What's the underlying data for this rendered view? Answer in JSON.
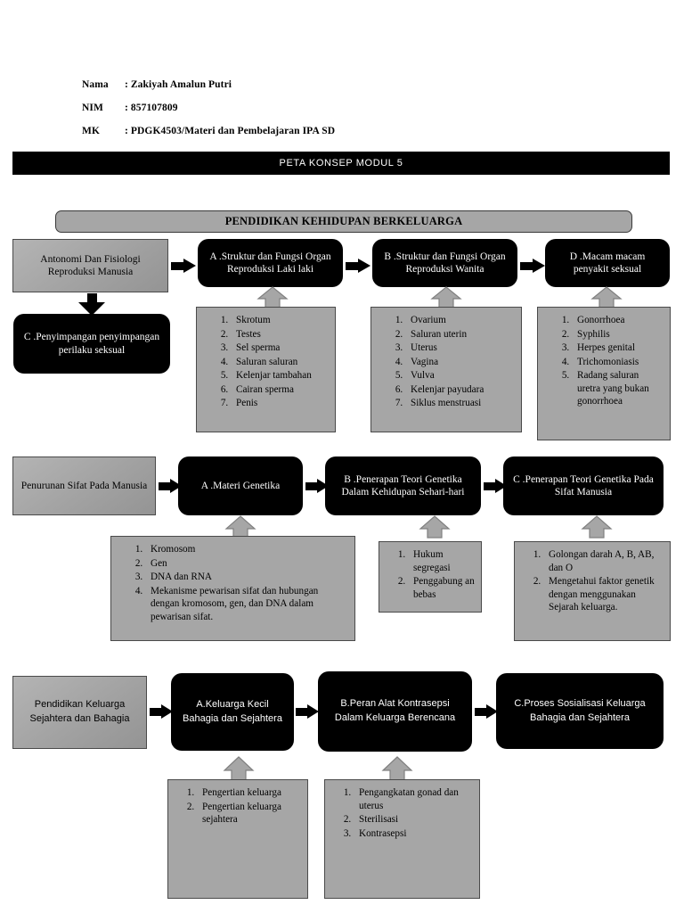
{
  "header": {
    "rows": [
      {
        "label": "Nama",
        "value": ": Zakiyah Amalun Putri"
      },
      {
        "label": "NIM",
        "value": ": 857107809"
      },
      {
        "label": "MK",
        "value": ": PDGK4503/Materi dan Pembelajaran IPA SD"
      }
    ]
  },
  "title_bar": {
    "text": "PETA KONSEP MODUL 5"
  },
  "banner": {
    "text": "PENDIDIKAN KEHIDUPAN BERKELUARGA"
  },
  "sections": {
    "row1": {
      "root": "Antonomi Dan Fisiologi Reproduksi Manusia",
      "branch_c": "C .Penyimpangan penyimpangan perilaku seksual",
      "a": {
        "title": "A .Struktur dan Fungsi Organ Reproduksi Laki laki",
        "items": [
          "Skrotum",
          "Testes",
          "Sel sperma",
          "Saluran saluran",
          "Kelenjar tambahan",
          "Cairan sperma",
          "Penis"
        ]
      },
      "b": {
        "title": "B .Struktur dan Fungsi Organ Reproduksi Wanita",
        "items": [
          "Ovarium",
          "Saluran uterin",
          "Uterus",
          "Vagina",
          "Vulva",
          "Kelenjar payudara",
          "Siklus menstruasi"
        ]
      },
      "d": {
        "title": "D .Macam macam penyakit seksual",
        "items": [
          "Gonorrhoea",
          "Syphilis",
          "Herpes genital",
          "Trichomoniasis",
          "Radang saluran uretra yang bukan gonorrhoea"
        ]
      }
    },
    "row2": {
      "root": "Penurunan Sifat Pada Manusia",
      "a": {
        "title": "A .Materi Genetika",
        "items": [
          "Kromosom",
          "Gen",
          "DNA dan RNA",
          "Mekanisme pewarisan  sifat dan hubungan dengan kromosom, gen, dan DNA dalam pewarisan sifat."
        ]
      },
      "b": {
        "title": "B .Penerapan Teori Genetika Dalam Kehidupan Sehari-hari",
        "items": [
          "Hukum segregasi",
          "Penggabung an bebas"
        ]
      },
      "c": {
        "title": "C .Penerapan Teori Genetika Pada Sifat Manusia",
        "items": [
          "Golongan darah A, B, AB, dan O",
          "Mengetahui faktor genetik dengan menggunakan Sejarah keluarga."
        ]
      }
    },
    "row3": {
      "root": "Pendidikan Keluarga Sejahtera dan Bahagia",
      "a": {
        "title": "A.Keluarga Kecil Bahagia dan Sejahtera",
        "items": [
          "Pengertian keluarga",
          "Pengertian keluarga sejahtera"
        ]
      },
      "b": {
        "title": "B.Peran Alat Kontrasepsi Dalam Keluarga Berencana",
        "items": [
          "Pengangkatan gonad dan uterus",
          "Sterilisasi",
          "Kontrasepsi"
        ]
      },
      "c": {
        "title": "C.Proses Sosialisasi Keluarga Bahagia dan Sejahtera",
        "items": []
      }
    }
  },
  "colors": {
    "black": "#000000",
    "gray_fill": "#a6a6a6",
    "gray_border": "#4a4a4a",
    "white": "#ffffff"
  }
}
